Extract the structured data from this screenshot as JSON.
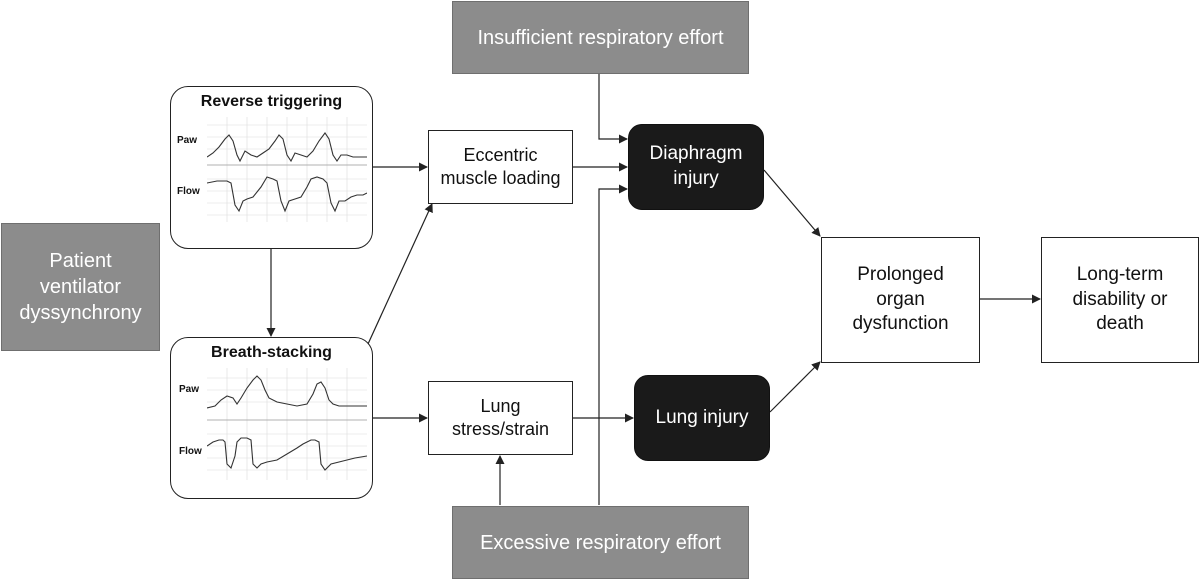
{
  "nodes": {
    "insufficient": "Insufficient respiratory effort",
    "excessive": "Excessive respiratory effort",
    "pvd": "Patient\nventilator\ndyssynchrony",
    "eccentric": "Eccentric\nmuscle loading",
    "lung_stress": "Lung\nstress/strain",
    "diaphragm": "Diaphragm\ninjury",
    "lung_injury": "Lung injury",
    "prolonged": "Prolonged\norgan\ndysfunction",
    "longterm": "Long-term\ndisability or\ndeath"
  },
  "panels": {
    "reverse": {
      "title": "Reverse triggering",
      "paw": "Paw",
      "flow": "Flow"
    },
    "breath": {
      "title": "Breath-stacking",
      "paw": "Paw",
      "flow": "Flow"
    }
  },
  "colors": {
    "gray_box": "#8c8c8c",
    "dark_box": "#1a1a1a",
    "line": "#222222",
    "grid": "#d8d8d8"
  }
}
